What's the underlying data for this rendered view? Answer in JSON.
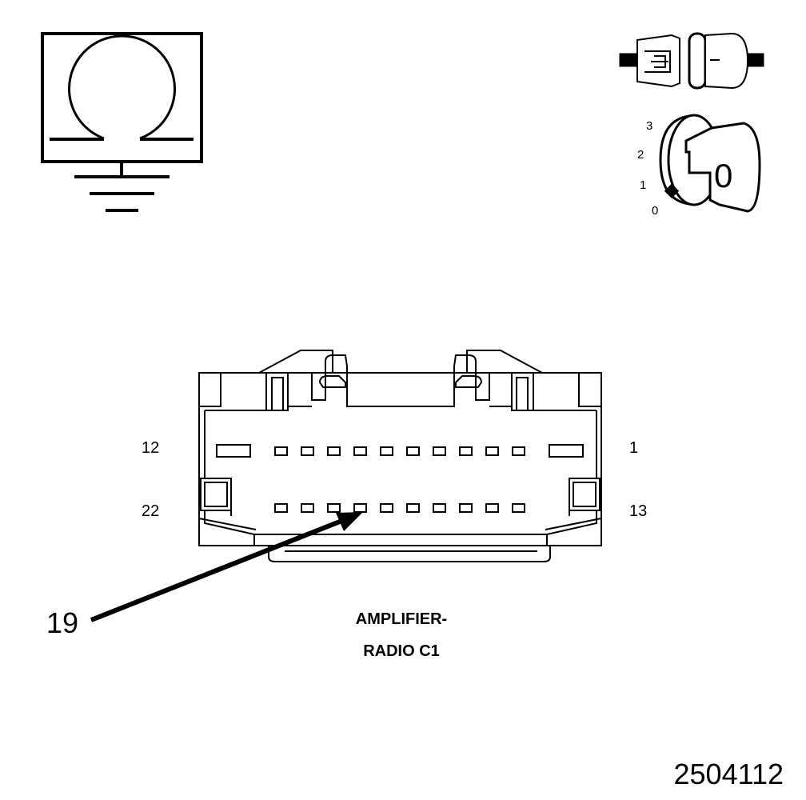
{
  "icons": {
    "ohmmeter": "ohmmeter-ground-icon",
    "connector": "disconnected-connector-icon",
    "ignition": "ignition-key-off-icon"
  },
  "ignition": {
    "positions": [
      "3",
      "2",
      "1",
      "0"
    ],
    "key_label": "0"
  },
  "connector": {
    "pin_labels": {
      "top_left": "12",
      "top_right": "1",
      "bottom_left": "22",
      "bottom_right": "13"
    },
    "callout": "19",
    "name_line1": "AMPLIFIER-",
    "name_line2": "RADIO C1"
  },
  "figure_id": "2504112"
}
